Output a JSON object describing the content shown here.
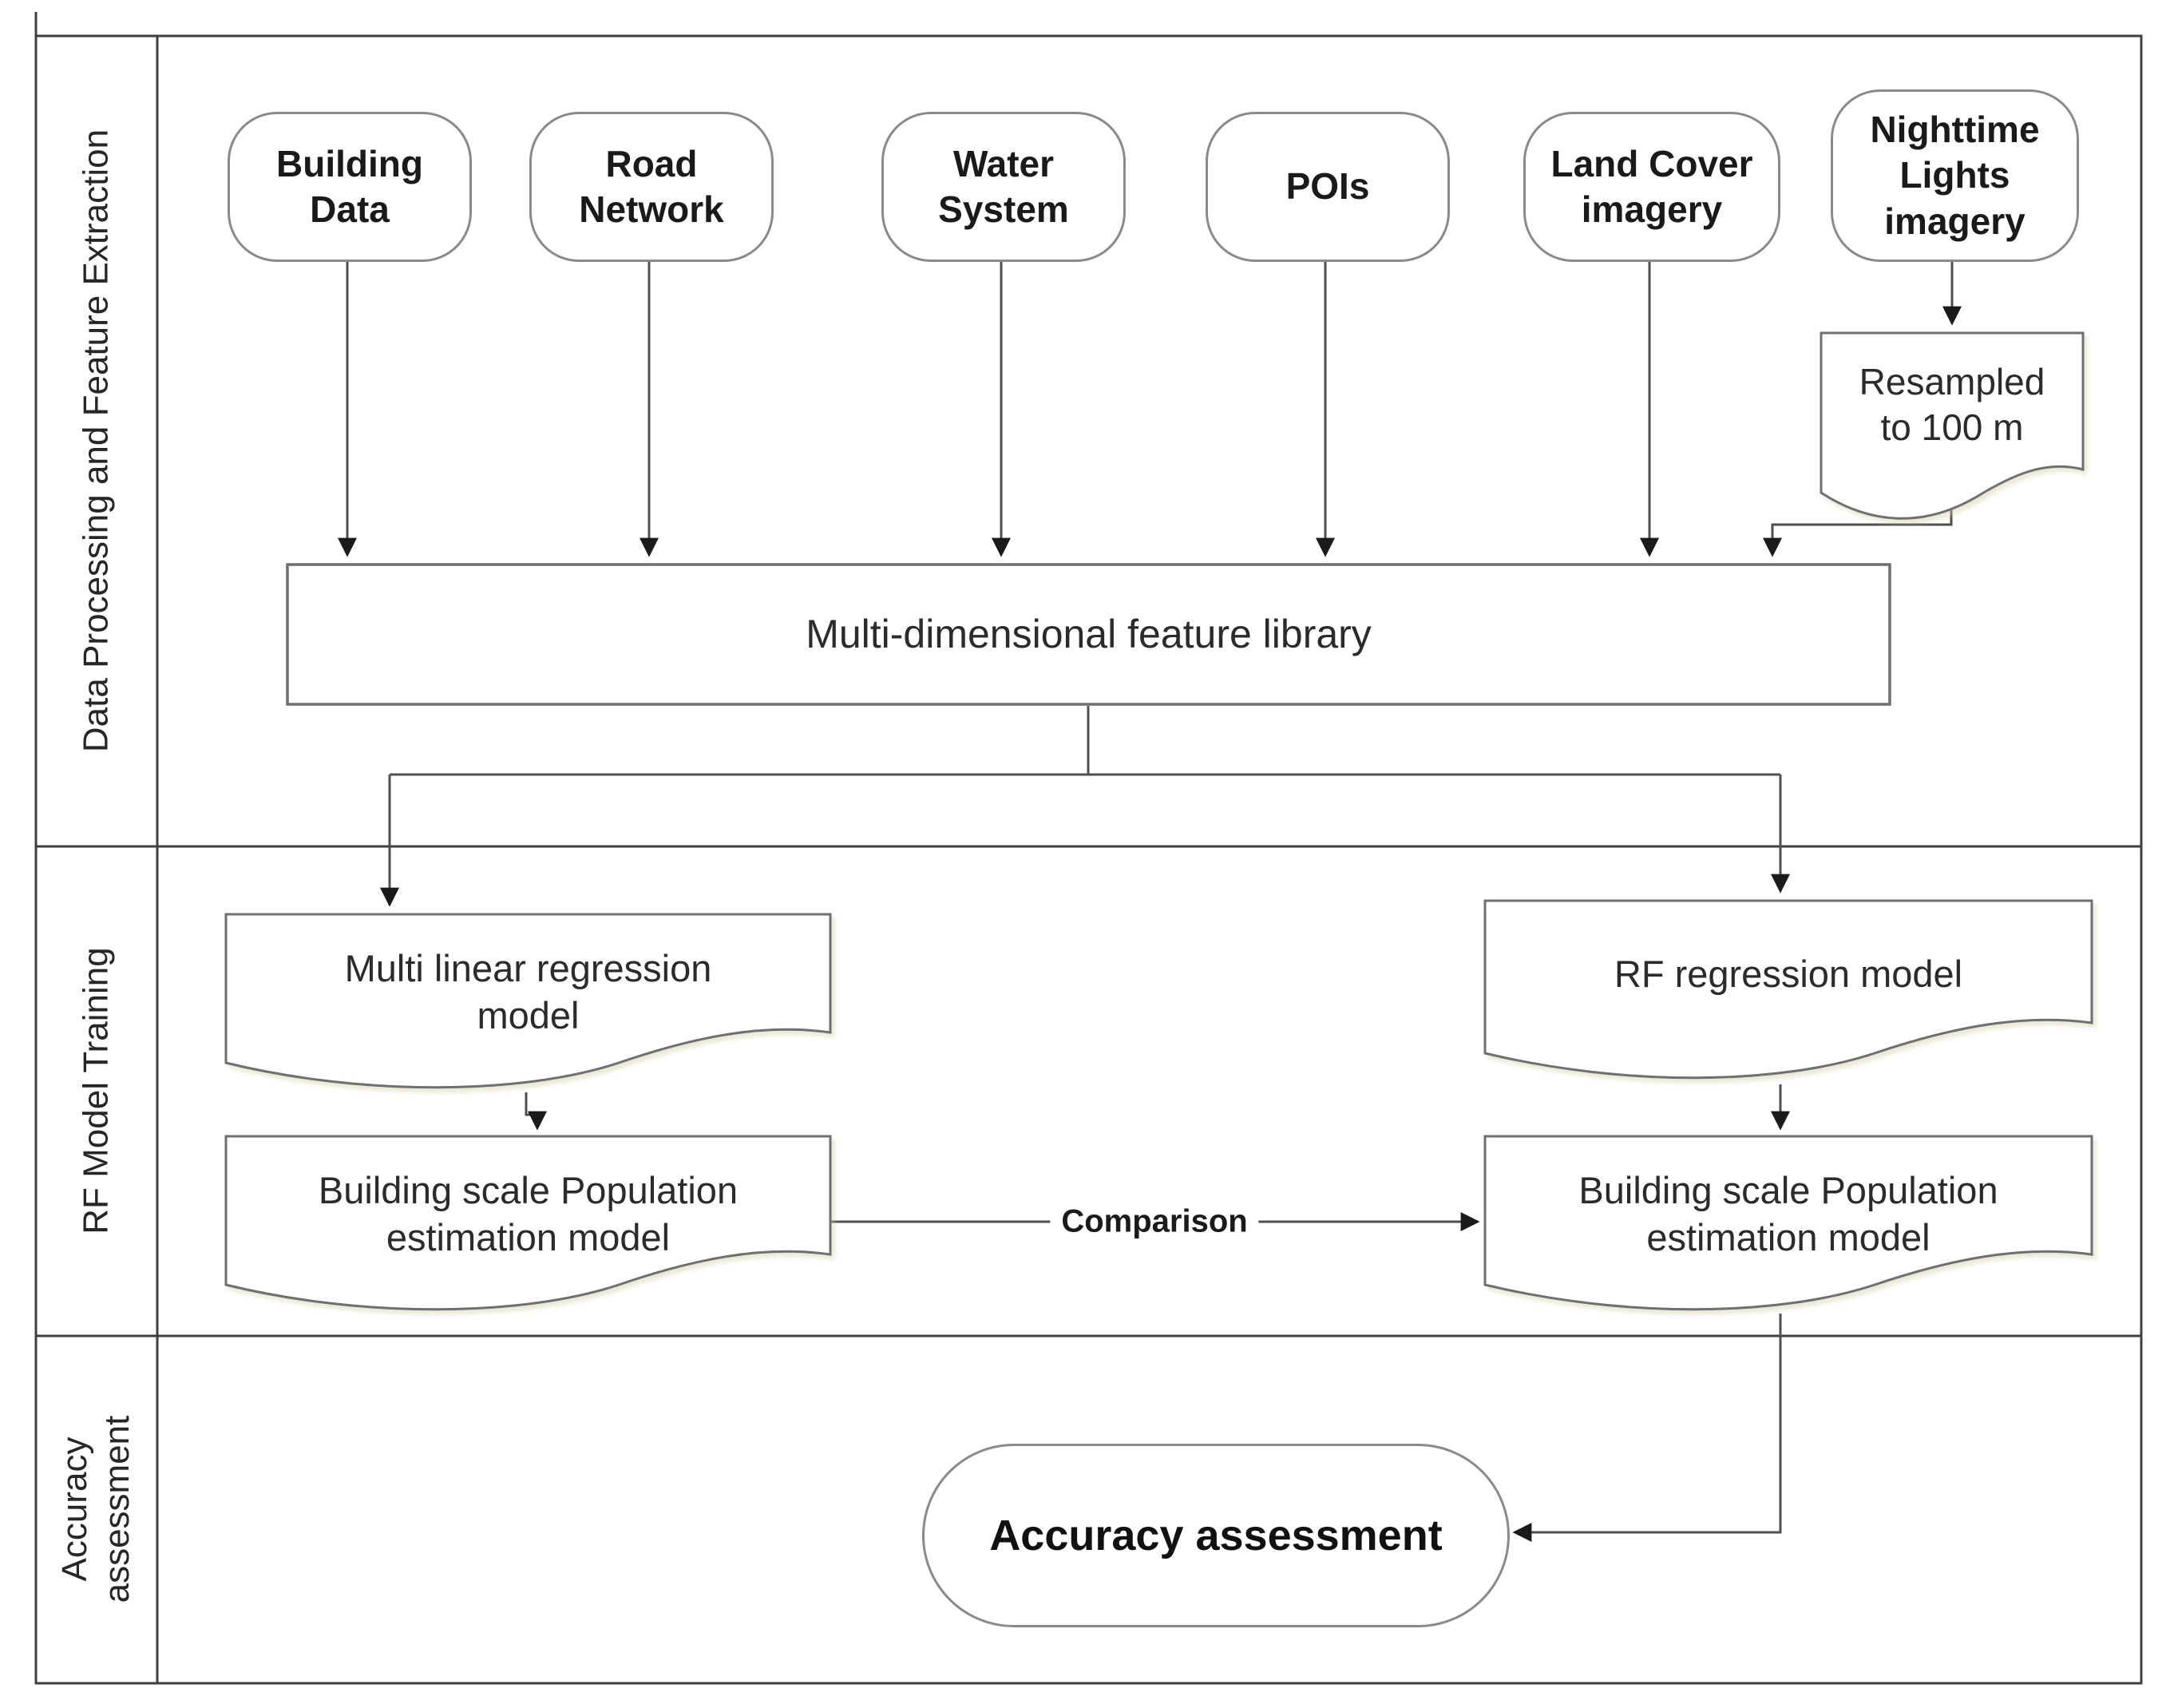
{
  "figure": {
    "rows": [
      {
        "label": "Data Processing and Feature Extraction"
      },
      {
        "label": "RF Model Training"
      },
      {
        "label": "Accuracy\nassessment"
      }
    ],
    "sources": [
      {
        "label": "Building\nData"
      },
      {
        "label": "Road\nNetwork"
      },
      {
        "label": "Water\nSystem"
      },
      {
        "label": "POIs"
      },
      {
        "label": "Land Cover\nimagery"
      },
      {
        "label": "Nighttime\nLights\nimagery"
      }
    ],
    "nodes": {
      "resampled": "Resampled\nto 100 m",
      "feature_library": "Multi-dimensional feature library",
      "mlr_model": "Multi linear regression\nmodel",
      "rf_model": "RF regression model",
      "pop_model_left": "Building scale Population\nestimation model",
      "pop_model_right": "Building scale Population\nestimation model",
      "accuracy": "Accuracy assessment"
    },
    "edge_labels": {
      "comparison": "Comparison"
    },
    "colors": {
      "frame_line": "#3f3f3f",
      "connector_line": "#4f4f4f",
      "document_stroke": "#6f6f6f",
      "pill_stroke": "#8a8a8a",
      "text": "#262626"
    }
  }
}
